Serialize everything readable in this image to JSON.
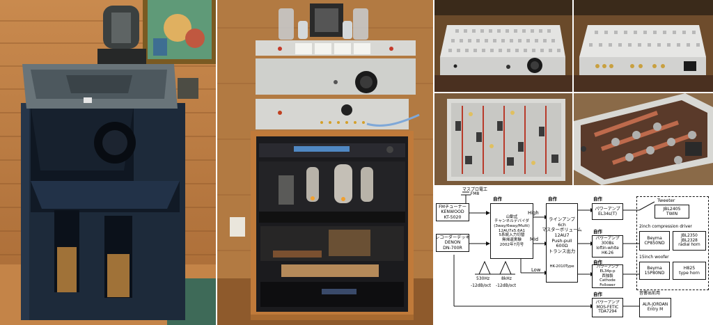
{
  "diagram": {
    "sources": {
      "fm_antenna": "マスプロ電工\nFM8",
      "fm_tuner": "FMチューナー\nKENWOOD\nKT-5020",
      "deck": "レコーダーデッキ\nDENON\nDN-700R"
    },
    "self_made_label": "自作",
    "divider": "山歓式\nチャンネルデバイダ\n(3way/6way/Multi)\n12AU7x5.6A1\n5系統入力切替\n無帰還実験\n2002年7月号",
    "band_labels": {
      "high": "High",
      "mid": "Mid",
      "low": "Low"
    },
    "filters": [
      {
        "freq": "530Hz",
        "slope": "-12dB/oct"
      },
      {
        "freq": "8kHz",
        "slope": "-12dB/oct"
      }
    ],
    "line_amp": "ラインアンプ\n6ch\nマスターボリューム\n12AU7\nPush-pull\n600Ω\nトランス出力",
    "line_amp_sub": "HK-2010Type",
    "power_amps": [
      {
        "lines": "パワーアンプ\nEL34s(T)"
      },
      {
        "lines": "パワーアンプ\n300Bs\nloftin-white\nHK-26"
      },
      {
        "lines": "パワーアンプ\nEL34p-p\n西独製\nCathode\nFollower"
      }
    ],
    "extra_amp": {
      "lines": "パワーアンプ\nMOS-FETIC\nTDA7294"
    },
    "speaker_groups": [
      {
        "header": "Tweeter",
        "units": [
          "JBL2405\nTWIN"
        ]
      },
      {
        "header": "2inch compression driver",
        "units": [
          "Beyma\nCP850ND",
          "JBL2350\nJBL2328\nradial horn"
        ]
      },
      {
        "header": "15inch woofer",
        "units": [
          "Beyma\n15P80ND",
          "H825\ntype horn"
        ]
      }
    ],
    "extra_speaker": {
      "header": "音響出前用",
      "lines": "ALR-JORDAN\nEntry M"
    }
  }
}
